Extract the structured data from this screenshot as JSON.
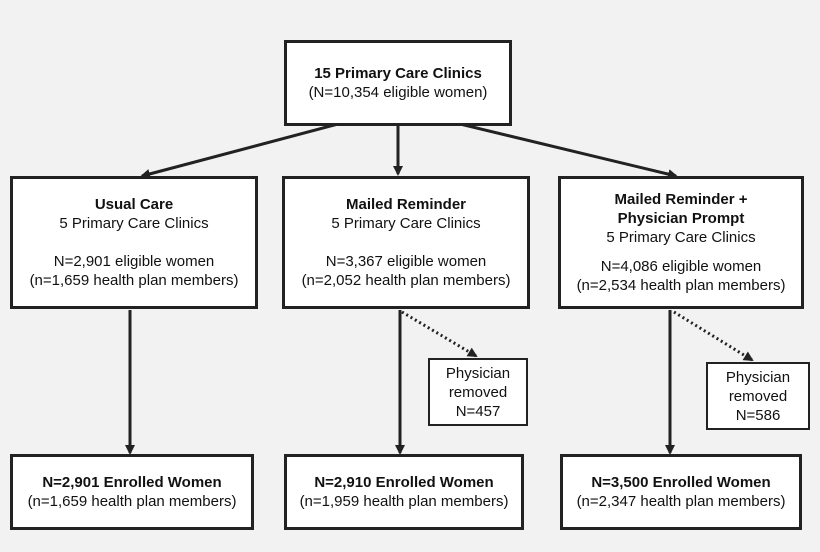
{
  "top": {
    "title": "15 Primary Care Clinics",
    "subtitle": "(N=10,354 eligible women)"
  },
  "arms": [
    {
      "title": "Usual Care",
      "title2": "",
      "clinics": "5 Primary Care Clinics",
      "eligible": "N=2,901 eligible women",
      "members": "(n=1,659 health plan members)",
      "removed": null,
      "enrolled": "N=2,901 Enrolled Women",
      "enrolled_members": "(n=1,659 health plan members)"
    },
    {
      "title": "Mailed Reminder",
      "title2": "",
      "clinics": "5 Primary Care Clinics",
      "eligible": "N=3,367 eligible women",
      "members": "(n=2,052 health plan members)",
      "removed": {
        "line1": "Physician",
        "line2": "removed",
        "line3": "N=457"
      },
      "enrolled": "N=2,910 Enrolled Women",
      "enrolled_members": "(n=1,959 health plan members)"
    },
    {
      "title": "Mailed Reminder +",
      "title2": "Physician Prompt",
      "clinics": "5 Primary Care Clinics",
      "eligible": "N=4,086 eligible women",
      "members": "(n=2,534 health plan members)",
      "removed": {
        "line1": "Physician",
        "line2": "removed",
        "line3": "N=586"
      },
      "enrolled": "N=3,500 Enrolled Women",
      "enrolled_members": "(n=2,347 health plan members)"
    }
  ]
}
